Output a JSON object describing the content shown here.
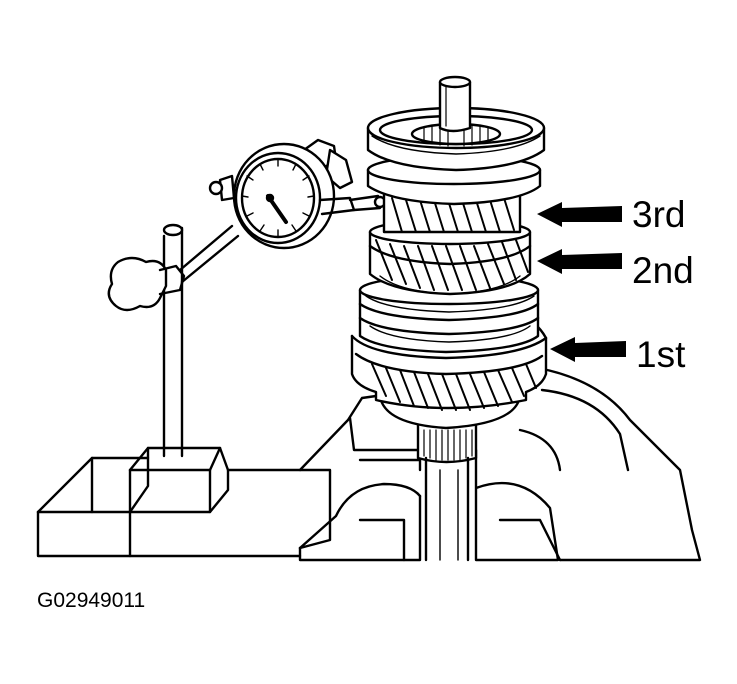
{
  "figure": {
    "code": "G02949011",
    "colors": {
      "ink": "#000000",
      "paper": "#ffffff"
    }
  },
  "callouts": [
    {
      "label": "3rd",
      "icon": "arrow-left-icon"
    },
    {
      "label": "2nd",
      "icon": "arrow-left-icon"
    },
    {
      "label": "1st",
      "icon": "arrow-left-icon"
    }
  ]
}
